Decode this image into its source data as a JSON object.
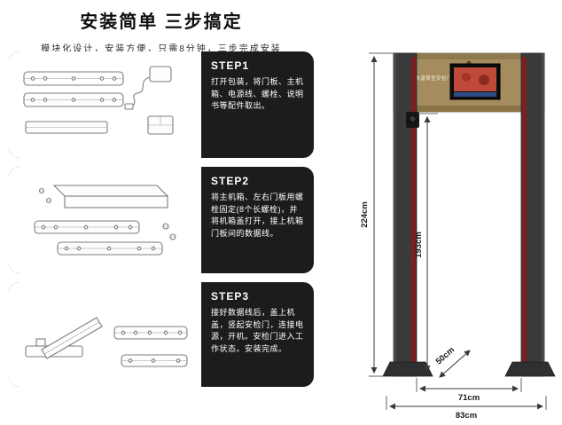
{
  "header": {
    "title": "安装简单 三步搞定",
    "subtitle": "模块化设计，安装方便，只需8分钟，三步完成安装"
  },
  "steps": [
    {
      "label": "STEP1",
      "text": "打开包装，将门板、主机箱、电源线、螺栓、说明书等配件取出。"
    },
    {
      "label": "STEP2",
      "text": "将主机箱、左右门板用螺栓固定(8个长螺栓)，并将机箱盖打开，接上机箱门板间的数据线。"
    },
    {
      "label": "STEP3",
      "text": "接好数据线后，盖上机盖，竖起安检门，连接电源，开机。安检门进入工作状态。安装完成。"
    }
  ],
  "gate": {
    "panel_text": "热成像体温筛查安检门",
    "colors": {
      "crossbar": "#a58c5e",
      "post": "#3a3a3c",
      "red_strip": "#7e1f1f",
      "screen_red": "#bf4a3a",
      "card_dark": "#1c1c1c"
    },
    "dimensions": {
      "total_height": "224cm",
      "inner_height": "193cm",
      "depth": "50cm",
      "inner_width": "71cm",
      "outer_width": "83cm"
    }
  }
}
